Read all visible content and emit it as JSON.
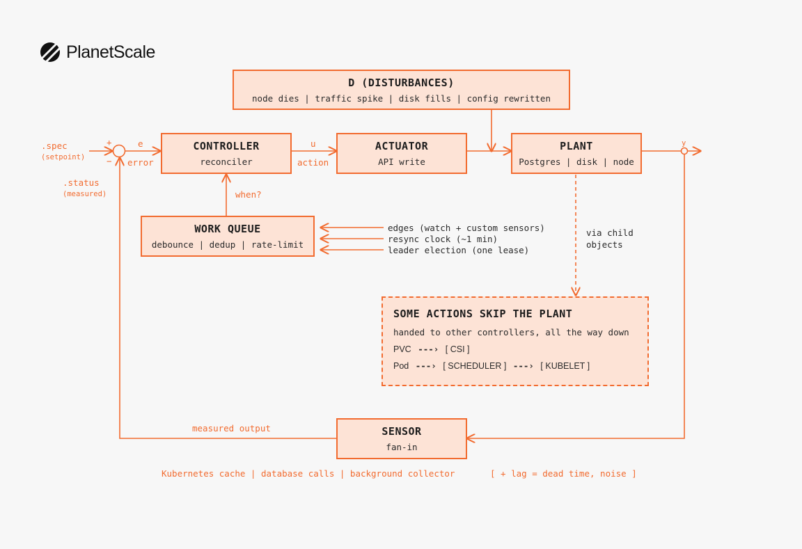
{
  "brand": {
    "name": "PlanetScale",
    "logo_icon": "planetscale-logo-icon"
  },
  "colors": {
    "accent": "#f26b2f",
    "box_fill": "#fde3d6",
    "background": "#f7f7f7",
    "text": "#222222"
  },
  "disturbances": {
    "title": "D (DISTURBANCES)",
    "items": "node dies | traffic spike | disk fills | config rewritten"
  },
  "input": {
    "spec": ".spec",
    "setpoint": "(setpoint)",
    "plus": "+",
    "minus": "−",
    "status": ".status",
    "measured": "(measured)"
  },
  "error_signal": {
    "symbol": "e",
    "label": "error"
  },
  "controller": {
    "title": "CONTROLLER",
    "sub": "reconciler"
  },
  "action_signal": {
    "symbol": "u",
    "label": "action"
  },
  "actuator": {
    "title": "ACTUATOR",
    "sub": "API write"
  },
  "plant": {
    "title": "PLANT",
    "sub": "Postgres | disk | node"
  },
  "output": {
    "symbol": "y"
  },
  "when_label": "when?",
  "work_queue": {
    "title": "WORK QUEUE",
    "sub": "debounce | dedup | rate-limit"
  },
  "triggers": [
    "edges (watch + custom sensors)",
    "resync clock (~1 min)",
    "leader election (one lease)"
  ],
  "via_child": [
    "via child",
    "objects"
  ],
  "skip_plant": {
    "title": "SOME ACTIONS SKIP THE PLANT",
    "note": "handed to other controllers, all the way down",
    "pvc": {
      "from": "PVC",
      "arrow": "---›",
      "to": "[ CSI ]"
    },
    "pod": {
      "from": "Pod",
      "arrow": "---›",
      "to": "[ SCHEDULER ]",
      "arrow2": "---›",
      "to2": "[ KUBELET ]"
    }
  },
  "measured_output": "measured output",
  "sensor": {
    "title": "SENSOR",
    "sub": "fan-in"
  },
  "sensor_sources": "Kubernetes cache | database calls | background collector",
  "sensor_note": "[ + lag = dead time, noise ]"
}
